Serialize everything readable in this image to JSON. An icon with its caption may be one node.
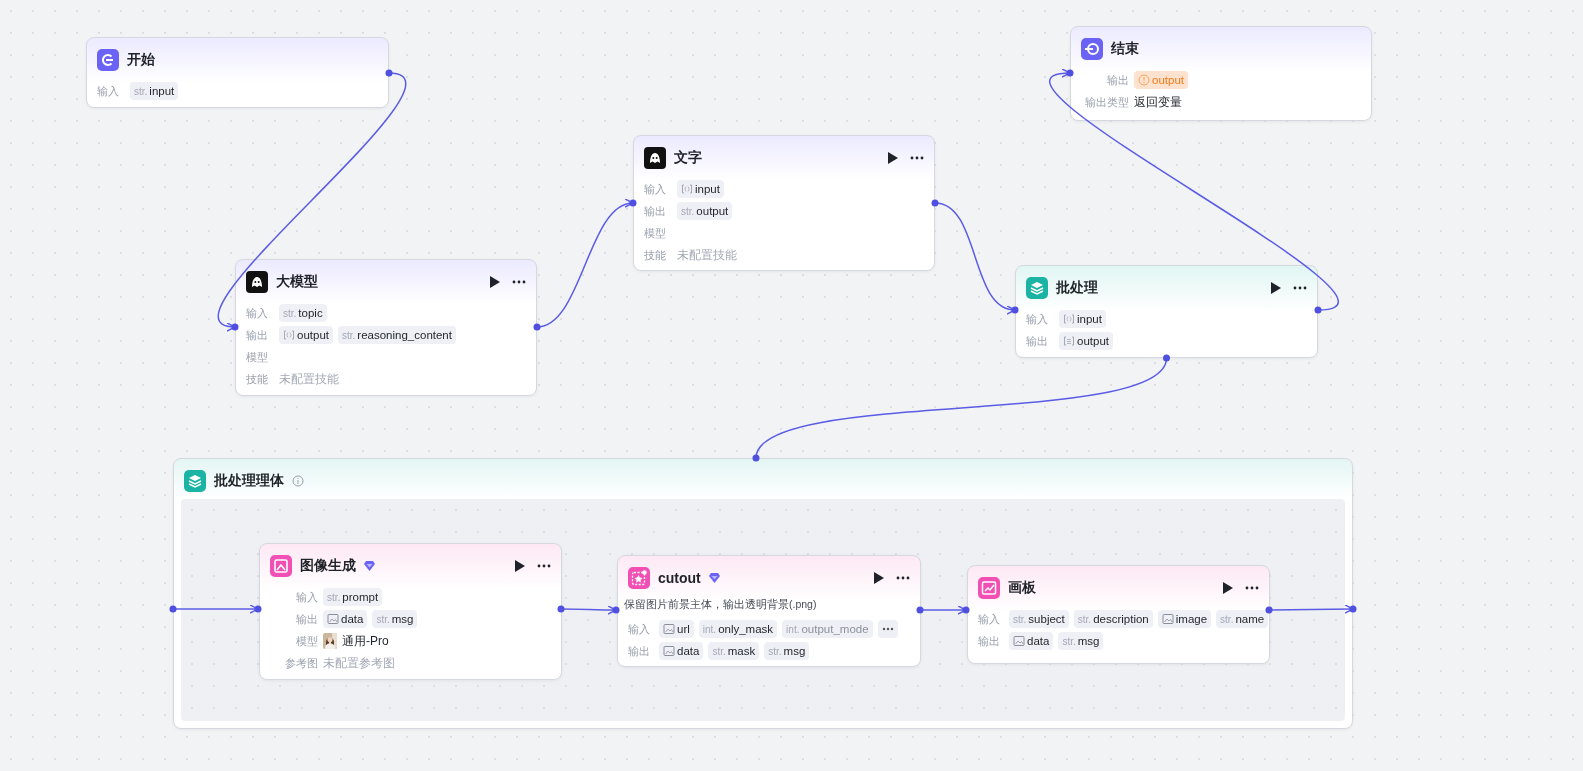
{
  "diagram": {
    "nodes": [
      {
        "text": [
          "开始",
          "输入",
          "str.",
          "input"
        ]
      },
      {
        "text": [
          "大模型",
          "输入",
          "str.",
          "topic",
          "输出",
          "output",
          "str.",
          "reasoning_content",
          "模型",
          "技能",
          "未配置技能"
        ]
      },
      {
        "text": [
          "文字",
          "输入",
          "input",
          "输出",
          "str.",
          "output",
          "模型",
          "技能",
          "未配置技能"
        ]
      },
      {
        "text": [
          "批处理",
          "输入",
          "input",
          "输出",
          "output"
        ]
      },
      {
        "text": [
          "结束",
          "输出",
          "output",
          "输出类型",
          "返回变量"
        ]
      },
      {
        "text": [
          "批处理理体"
        ]
      },
      {
        "text": [
          "图像生成",
          "输入",
          "str.",
          "prompt",
          "输出",
          "data",
          "str.",
          "msg",
          "模型",
          "通用-Pro",
          "参考图",
          "未配置参考图"
        ],
        "in": 5
      },
      {
        "text": [
          "cutout",
          "保留图片前景主体，输出透明背景(.png)",
          "输入",
          "url",
          "int.",
          "only_mask",
          "int.",
          "output_mode",
          "输出",
          "data",
          "str.",
          "mask",
          "str.",
          "msg"
        ],
        "in": 5
      },
      {
        "text": [
          "画板",
          "输入",
          "str.",
          "subject",
          "str.",
          "description",
          "image",
          "str.",
          "name",
          "输出",
          "data",
          "str.",
          "msg"
        ],
        "in": 5
      }
    ],
    "edges": [
      {
        "from": 0,
        "to": 1,
        "arrow": "to"
      },
      {
        "from": 1,
        "to": 2,
        "arrow": "to"
      },
      {
        "from": 2,
        "to": 3,
        "arrow": "to"
      },
      {
        "from": 3,
        "to": 4,
        "arrow": "to"
      },
      {
        "from": 3,
        "to": 5,
        "arrow": "none"
      },
      {
        "from": 5,
        "to": 6,
        "arrow": "to"
      },
      {
        "from": 6,
        "to": 7,
        "arrow": "to"
      },
      {
        "from": 7,
        "to": 8,
        "arrow": "to"
      },
      {
        "from": 8,
        "to": 5,
        "arrow": "to"
      }
    ]
  }
}
